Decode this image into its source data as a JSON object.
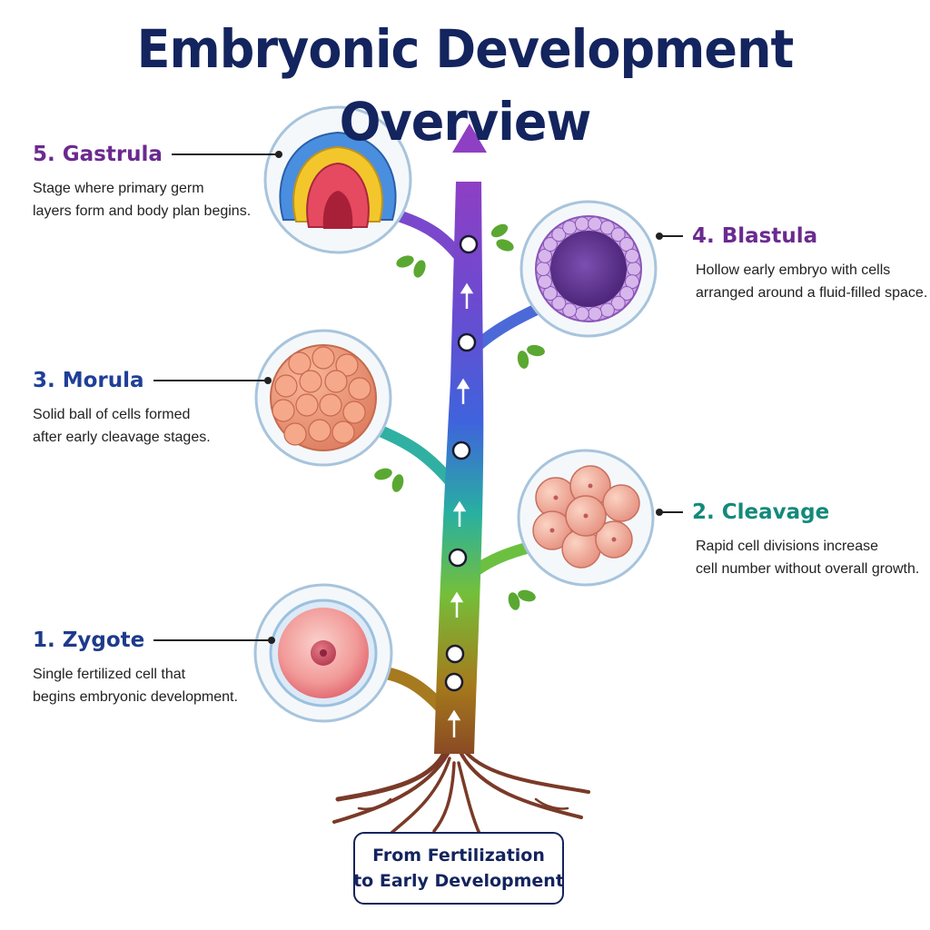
{
  "title": "Embryonic Development Overview",
  "stages": [
    {
      "number": 1,
      "name": "1. Zygote",
      "color": "#1e3a8a",
      "description": [
        "Single fertilized cell that",
        "begins embryonic development."
      ]
    },
    {
      "number": 2,
      "name": "2. Cleavage",
      "color": "#138a7a",
      "description": [
        "Rapid cell divisions increase",
        "cell number without overall growth."
      ]
    },
    {
      "number": 3,
      "name": "3. Morula",
      "color": "#1f3f99",
      "description": [
        "Solid ball of cells formed",
        "after early cleavage stages."
      ]
    },
    {
      "number": 4,
      "name": "4. Blastula",
      "color": "#6b2a8f",
      "description": [
        "Hollow early embryo with cells",
        "arranged around a fluid-filled space."
      ]
    },
    {
      "number": 5,
      "name": "5. Gastrula",
      "color": "#6b2a8f",
      "description": [
        "Stage where primary germ",
        "layers form and body plan begins."
      ]
    }
  ],
  "caption": [
    "From Fertilization",
    "to Early Development"
  ],
  "colors": {
    "title": "#13245e",
    "trunk_bottom": "#a0641e",
    "trunk_green": "#6cc040",
    "trunk_teal": "#2bb0a6",
    "trunk_blue": "#3b5fd8",
    "trunk_top": "#8a3fc0",
    "roots": "#7a3a28",
    "leaf": "#5aa832",
    "circle_ring": "#a8c4dc"
  }
}
